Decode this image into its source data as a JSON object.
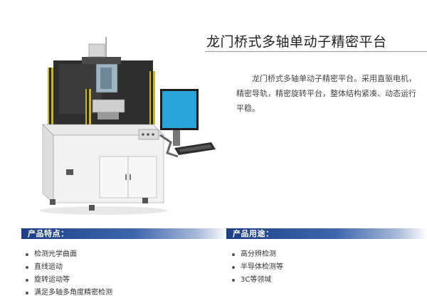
{
  "title": "龙门桥式多轴单动子精密平台",
  "description": "龙门桥式多轴单动子精密平台。采用直驱电机，精密导轨，精密旋转平台，整体结构紧凑、动态运行平稳。",
  "features": {
    "heading": "产品特点：",
    "items": [
      "检测光学曲面",
      "直线运动",
      "旋转运动等",
      "满足多轴多角度精密检测"
    ]
  },
  "applications": {
    "heading": "产品用途：",
    "items": [
      "高分辨检测",
      "半导体检测等",
      "3C等领域"
    ]
  },
  "colors": {
    "band_dark": "#1c3f86",
    "band_mid": "#3f66ad",
    "monitor_screen": "#2aa3d8",
    "light_tower": "#c9b52a"
  },
  "product_image": "gantry-bridge-machine"
}
